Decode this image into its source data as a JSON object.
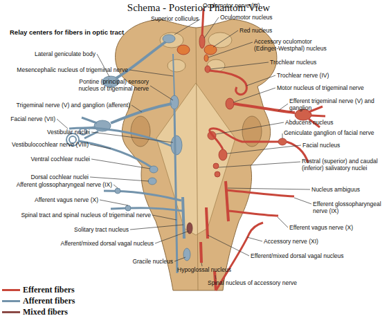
{
  "diagram": {
    "title": "Schema - Posterior Phantom View",
    "labels": [
      "Oculomotor nerve (III)",
      "Superior colliculus",
      "Oculomotor nucleus",
      "Relay centers for fibers in optic tract",
      "Red nucleus",
      "Accessory oculomotor (Edinger-Westphal) nucleus",
      "Lateral geniculate body",
      "Trochlear nucleus",
      "Mesencephalic nucleus of trigeminal nerve",
      "Trochlear nerve (IV)",
      "Pontine (principal) sensory nucleus of trigeminal nerve",
      "Motor nucleus of trigeminal nerve",
      "Efferent trigeminal nerve (V) and ganglion",
      "Trigeminal nerve (V) and ganglion (afferent)",
      "Facial nerve (VII)",
      "Abducens nucleus",
      "Vestibular nuclei",
      "Geniculate ganglion of facial nerve",
      "Vestibulocochlear nerve (VIII)",
      "Facial nucleus",
      "Ventral cochlear nuclei",
      "Rostral (superior) and caudal (inferior) salivatory nuclei",
      "Dorsal cochlear nuclei",
      "Afferent glossopharyngeal nerve (IX)",
      "Nucleus ambiguus",
      "Afferent vagus nerve (X)",
      "Efferent glossopharyngeal nerve (IX)",
      "Spinal tract and spinal nucleus of trigeminal nerve",
      "Efferent vagus nerve (X)",
      "Solitary tract nucleus",
      "Accessory nerve (XI)",
      "Afferent/mixed dorsal vagal nucleus",
      "Efferent/mixed dorsal vagal nucleus",
      "Gracile nucleus",
      "Hypoglossal nucleus",
      "Spinal nucleus of accessory nerve"
    ],
    "legend": [
      {
        "text": "Efferent fibers",
        "color": "#c8463a"
      },
      {
        "text": "Afferent fibers",
        "color": "#7393ab"
      },
      {
        "text": "Mixed fibers",
        "color": "#8b4a46"
      }
    ]
  }
}
